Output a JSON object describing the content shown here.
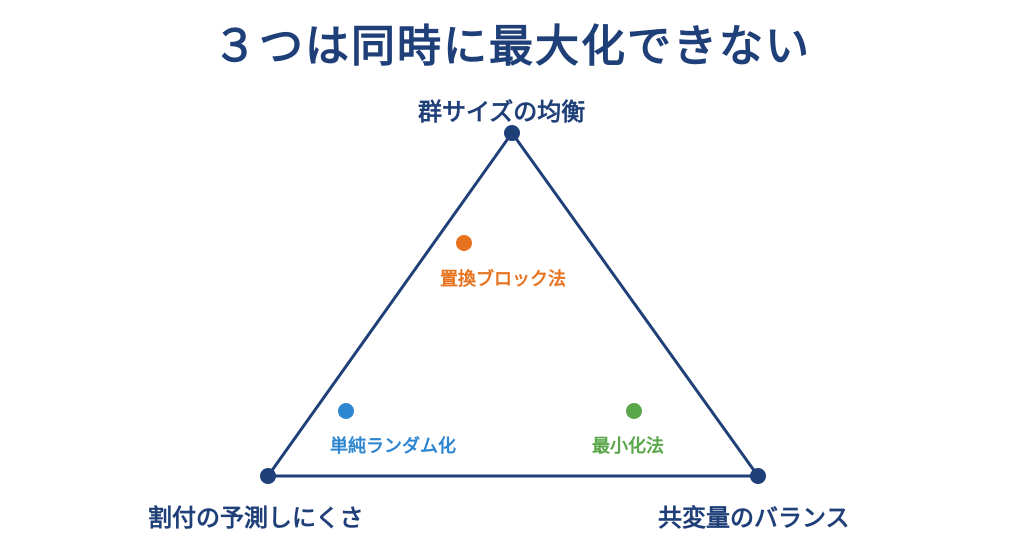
{
  "title": "３つは同時に最大化できない",
  "vertices": {
    "top": "群サイズの均衡",
    "bottom_left": "割付の予測しにくさ",
    "bottom_right": "共変量のバランス"
  },
  "methods": [
    {
      "label": "置換ブロック法",
      "color": "#e8731f"
    },
    {
      "label": "単純ランダム化",
      "color": "#2e86d1"
    },
    {
      "label": "最小化法",
      "color": "#5aa64a"
    }
  ],
  "colors": {
    "triangle": "#1f3f78",
    "vertex_dot": "#1f3f78",
    "title": "#1f3f78"
  }
}
